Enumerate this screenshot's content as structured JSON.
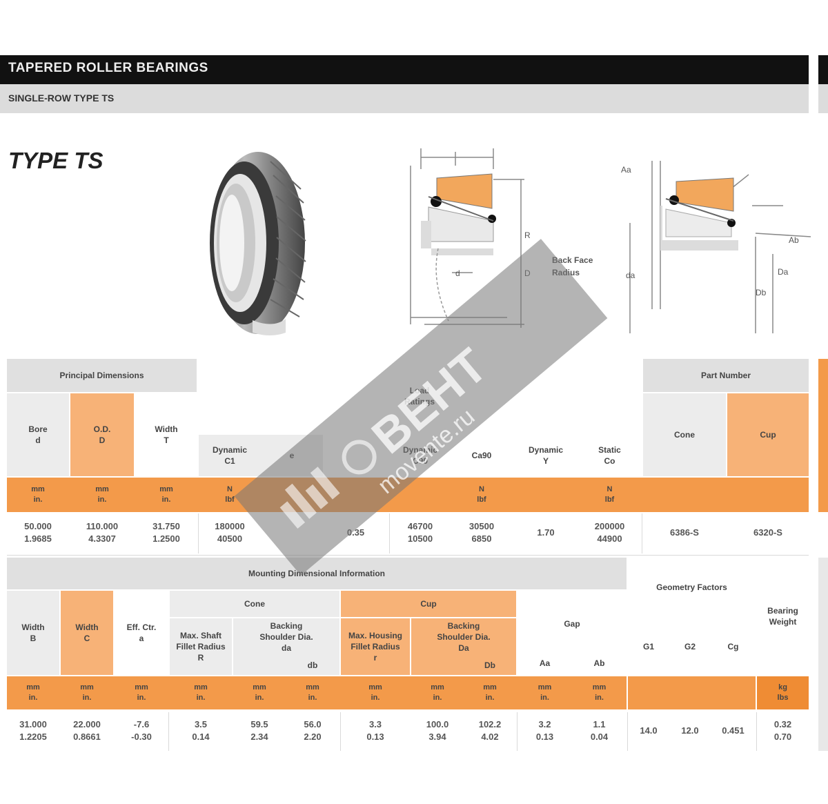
{
  "header": {
    "title": "TAPERED ROLLER BEARINGS",
    "subtitle": "SINGLE-ROW TYPE TS"
  },
  "type_title": "TYPE TS",
  "diagram": {
    "label": "Back Face\nRadius"
  },
  "table1": {
    "group_left": "Principal Dimensions",
    "group_mid": "Load\nRatings",
    "group_right": "Part Number",
    "col_bore": "Bore\nd",
    "col_od": "O.D.\nD",
    "col_width": "Width\nT",
    "col_c1": "Dynamic\nC1",
    "col_e": "e",
    "col_c90": "Dynamic\nC90",
    "col_ca90": "Ca90",
    "col_y": "Dynamic\nY",
    "col_co": "Static\nCo",
    "col_cone": "Cone",
    "col_cup": "Cup",
    "unit_bore": "mm\nin.",
    "unit_od": "mm\nin.",
    "unit_width": "mm\nin.",
    "unit_c1": "N\nlbf",
    "unit_c90": "N\nlbf",
    "unit_co": "N\nlbf",
    "row_bore": "50.000\n1.9685",
    "row_od": "110.000\n4.3307",
    "row_width": "31.750\n1.2500",
    "row_c1": "180000\n40500",
    "row_e": "0.35",
    "row_c90": "46700\n10500",
    "row_ca90": "30500\n6850",
    "row_y": "1.70",
    "row_co": "200000\n44900",
    "row_cone": "6386-S",
    "row_cup": "6320-S"
  },
  "table2": {
    "group_left": "Mounting Dimensional Information",
    "group_cone": "Cone",
    "group_cup": "Cup",
    "group_geo": "Geometry Factors",
    "group_weight": "Bearing\nWeight",
    "col_width_b": "Width\nB",
    "col_width_c": "Width\nC",
    "col_eff": "Eff. Ctr.\na",
    "col_cone_r": "Max. Shaft\nFillet Radius\nR",
    "col_cone_db": "Backing\nShoulder Dia.\nda",
    "col_cone_ds": "db",
    "col_cup_r": "Max. Housing\nFillet Radius\nr",
    "col_cup_db": "Backing\nShoulder Dia.\nDa",
    "col_cup_ds": "Db",
    "col_gap": "Gap",
    "col_aa": "Aa",
    "col_ab": "Ab",
    "col_g1": "G1",
    "col_g2": "G2",
    "col_cg": "Cg",
    "unit": "mm\nin.",
    "unit_kg": "kg\nlbs",
    "row_b": "31.000\n1.2205",
    "row_c": "22.000\n0.8661",
    "row_eff": "-7.6\n-0.30",
    "row_r": "3.5\n0.14",
    "row_da": "59.5\n2.34",
    "row_db": "56.0\n2.20",
    "row_r2": "3.3\n0.13",
    "row_Da": "100.0\n3.94",
    "row_Db": "102.2\n4.02",
    "row_aa": "3.2\n0.13",
    "row_ab": "1.1\n0.04",
    "row_g1": "14.0",
    "row_g2": "12.0",
    "row_cg": "0.451",
    "row_weight": "0.32\n0.70"
  },
  "watermark": {
    "brand": "BEHT",
    "site": "movente.ru"
  }
}
